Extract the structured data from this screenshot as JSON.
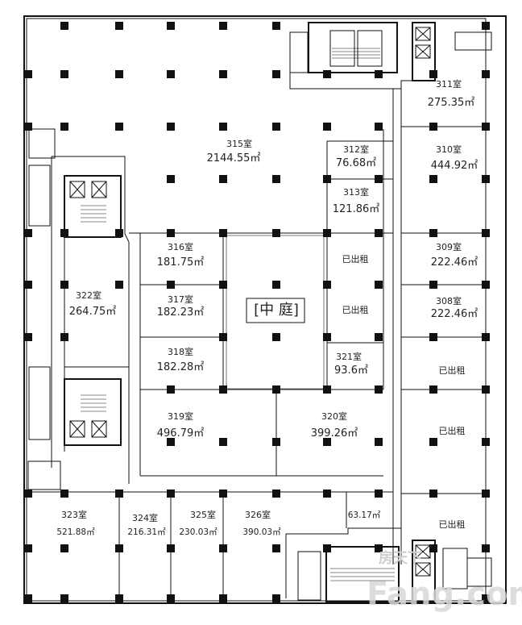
{
  "plan": {
    "courtyard_label": "[中 庭]",
    "rooms": [
      {
        "id": "311",
        "name": "311室",
        "area": "275.35㎡"
      },
      {
        "id": "310",
        "name": "310室",
        "area": "444.92㎡"
      },
      {
        "id": "309",
        "name": "309室",
        "area": "222.46㎡"
      },
      {
        "id": "308",
        "name": "308室",
        "area": "222.46㎡"
      },
      {
        "id": "312",
        "name": "312室",
        "area": "76.68㎡"
      },
      {
        "id": "313",
        "name": "313室",
        "area": "121.86㎡"
      },
      {
        "id": "315",
        "name": "315室",
        "area": "2144.55㎡"
      },
      {
        "id": "316",
        "name": "316室",
        "area": "181.75㎡"
      },
      {
        "id": "317",
        "name": "317室",
        "area": "182.23㎡"
      },
      {
        "id": "318",
        "name": "318室",
        "area": "182.28㎡"
      },
      {
        "id": "319",
        "name": "319室",
        "area": "496.79㎡"
      },
      {
        "id": "320",
        "name": "320室",
        "area": "399.26㎡"
      },
      {
        "id": "321",
        "name": "321室",
        "area": "93.6㎡"
      },
      {
        "id": "322",
        "name": "322室",
        "area": "264.75㎡"
      },
      {
        "id": "323",
        "name": "323室",
        "area": "521.88㎡"
      },
      {
        "id": "324",
        "name": "324室",
        "area": "216.31㎡"
      },
      {
        "id": "325",
        "name": "325室",
        "area": "230.03㎡"
      },
      {
        "id": "326",
        "name": "326室",
        "area": "390.03㎡"
      },
      {
        "id": "unnamed",
        "area": "63.17㎡"
      }
    ],
    "leased_label": "已出租",
    "leased_count": 5
  },
  "watermark": "Fang.com",
  "watermark_cn": "房天下",
  "colors": {
    "wall": "#111111",
    "column": "#111111",
    "background": "#ffffff"
  }
}
